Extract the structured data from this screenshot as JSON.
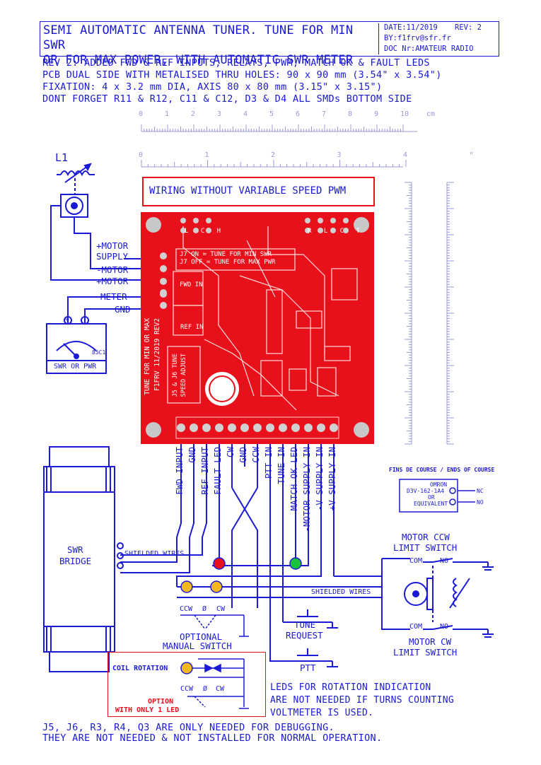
{
  "title": {
    "line1": "SEMI AUTOMATIC ANTENNA TUNER. TUNE FOR MIN SWR",
    "line2": "OR FOR MAX POWER, WITH AUTOMATIC SWR METER",
    "date": "DATE:11/2019",
    "rev": "REV: 2",
    "by": "BY:f1frv@sfr.fr",
    "doc": "DOC Nr:AMATEUR RADIO"
  },
  "notes": [
    "REV 2: ADDED FWD & REF INPUTS, RELAYS, PWM, MATCH OK & FAULT LEDS",
    "PCB DUAL SIDE WITH METALISED THRU HOLES: 90 x 90 mm  (3.54\" x 3.54\")",
    "FIXATION: 4 x 3.2 mm DIA, AXIS 80 x 80 mm (3.15\" x 3.15\")",
    "DONT FORGET R11 & R12, C11 & C12, D3 & D4    ALL SMDs BOTTOM SIDE"
  ],
  "ruler_cm": [
    "0",
    "1",
    "2",
    "3",
    "4",
    "5",
    "6",
    "7",
    "8",
    "9",
    "10",
    "cm"
  ],
  "ruler_in": [
    "0",
    "1",
    "2",
    "3",
    "4",
    "\""
  ],
  "wiring_title": "WIRING WITHOUT VARIABLE SPEED PWM",
  "left_labels": {
    "coil": "L1",
    "motor_supply_1": "+MOTOR",
    "motor_supply_2": "SUPPLY",
    "minus_motor": "-MOTOR",
    "plus_motor": "+MOTOR",
    "meter": "METER",
    "gnd": "GND",
    "meter_caption": "SWR OR PWR",
    "meter_scale": "85C1",
    "plus": "+",
    "minus": "-"
  },
  "pcb": {
    "j7_on": "J7 ON  = TUNE FOR MIN SWR",
    "j7_off": "J7 OFF = TUNE FOR MAX PWR",
    "fwd_in": "FWD IN",
    "ref_in": "REF IN",
    "side_text_1": "TUNE FOR MIN OR MAX",
    "side_text_2": "F1FRV 11/2019 REV2",
    "speed_1": "J5 & J6 TUNE",
    "speed_2": "SPEED ADJUST",
    "top_left_pins": "L C H",
    "top_right_pins": "R L C T"
  },
  "terminal_labels": [
    "FWD INPUT",
    "GND",
    "REF INPUT",
    "FAULT LED",
    "CW",
    "GND",
    "CCW",
    "PTT IN",
    "TUNE IN",
    "MATCH OK LED",
    "-MOTOR SUPPLY IN",
    "-V SUPPLY IN",
    "+V SUPPLY IN"
  ],
  "swr_bridge": {
    "line1": "SWR",
    "line2": "BRIDGE"
  },
  "shielded_1": "SHIELDED WIRES",
  "shielded_2": "SHIELDED WIRES",
  "limit": {
    "header": "FINS DE COURSE / ENDS OF COURSE",
    "part1": "OMRON",
    "part2": "D3V-162-1A4",
    "part3": "OR",
    "part4": "EQUIVALENT",
    "nc": "NC",
    "no": "NO",
    "ccw_title_1": "MOTOR CCW",
    "ccw_title_2": "LIMIT SWITCH",
    "cw_title_1": "MOTOR CW",
    "cw_title_2": "LIMIT SWITCH",
    "com": "COM",
    "no_label": "NO"
  },
  "switch": {
    "ccw": "CCW",
    "zero": "Ø",
    "cw": "CW",
    "optional_1": "OPTIONAL",
    "optional_2": "MANUAL SWITCH",
    "tune_1": "TUNE",
    "tune_2": "REQUEST",
    "ptt": "PTT"
  },
  "option_box": {
    "coil_rotation": "COIL ROTATION",
    "option_1": "OPTION",
    "option_2": "WITH ONLY 1 LED",
    "ccw": "CCW",
    "zero": "Ø",
    "cw": "CW"
  },
  "led_notes": [
    "LEDS FOR ROTATION INDICATION",
    "ARE NOT NEEDED IF TURNS COUNTING",
    "VOLTMETER IS USED."
  ],
  "bottom_notes": [
    "J5, J6, R3, R4, Q3  ARE ONLY NEEDED FOR DEBUGGING.",
    "THEY ARE NOT NEEDED & NOT INSTALLED FOR NORMAL OPERATION."
  ],
  "colors": {
    "ink": "#1a1ad6",
    "pcb": "#e8101a",
    "led_ok": "#18c23a",
    "led_fault": "#e8101a",
    "led_rot": "#f4b81a"
  }
}
